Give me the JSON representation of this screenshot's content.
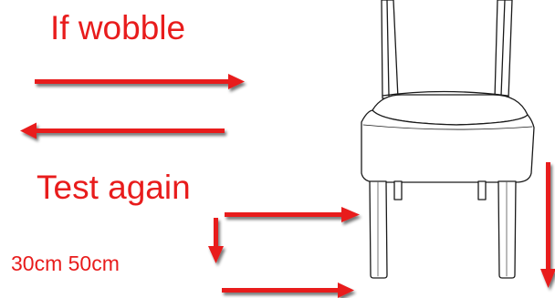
{
  "labels": {
    "top": "If wobble",
    "middle": "Test again",
    "distances": "30cm 50cm"
  },
  "colors": {
    "arrow": "#e81c1c",
    "shadow": "#9c9c9c",
    "outline": "#1a1a1a",
    "background": "#ffffff"
  },
  "figure": {
    "subject": "chair-line-drawing",
    "arrows": [
      "right",
      "left",
      "right",
      "down",
      "right",
      "down"
    ]
  }
}
